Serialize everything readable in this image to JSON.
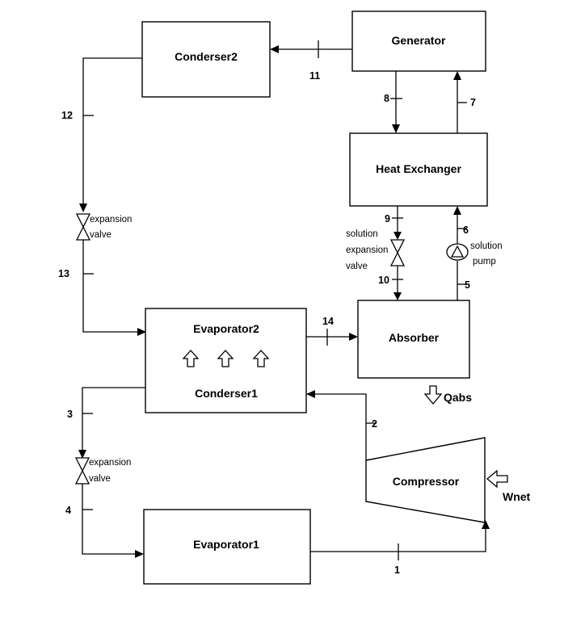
{
  "components": {
    "generator": "Generator",
    "condenser2": "Conderser2",
    "heat_exchanger": "Heat Exchanger",
    "evaporator2": "Evaporator2",
    "condenser1": "Conderser1",
    "absorber": "Absorber",
    "compressor": "Compressor",
    "evaporator1": "Evaporator1"
  },
  "valves": {
    "expansion_valve_upper": [
      "expansion",
      "valve"
    ],
    "expansion_valve_lower": [
      "expansion",
      "valve"
    ],
    "solution_expansion_valve": [
      "solution",
      "expansion",
      "valve"
    ],
    "solution_pump": [
      "solution",
      "pump"
    ]
  },
  "states": {
    "s1": "1",
    "s2": "2",
    "s3": "3",
    "s4": "4",
    "s5": "5",
    "s6": "6",
    "s7": "7",
    "s8": "8",
    "s9": "9",
    "s10": "10",
    "s11": "11",
    "s12": "12",
    "s13": "13",
    "s14": "14"
  },
  "energy": {
    "qabs": "Qabs",
    "wnet": "Wnet"
  }
}
